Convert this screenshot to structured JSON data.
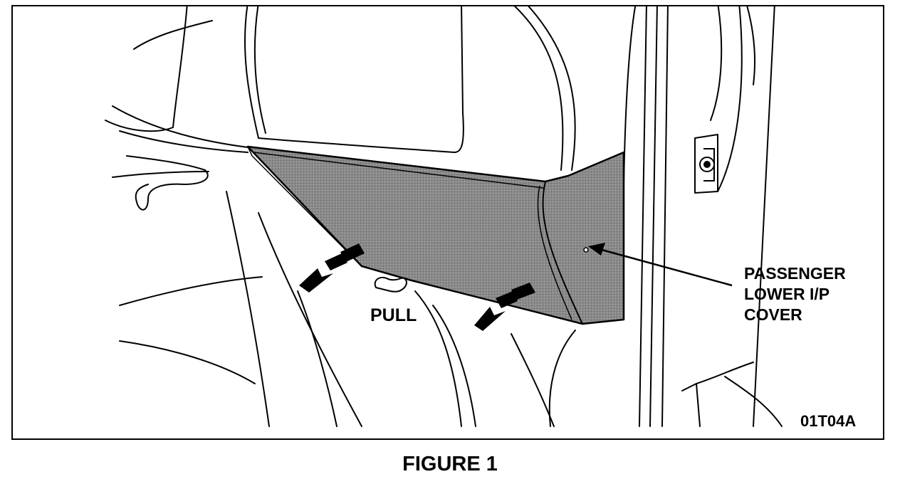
{
  "diagram": {
    "labels": {
      "pull": "PULL",
      "cover_line1": "PASSENGER",
      "cover_line2": "LOWER I/P",
      "cover_line3": "COVER",
      "figure_code": "01T04A"
    },
    "caption": "FIGURE 1"
  }
}
